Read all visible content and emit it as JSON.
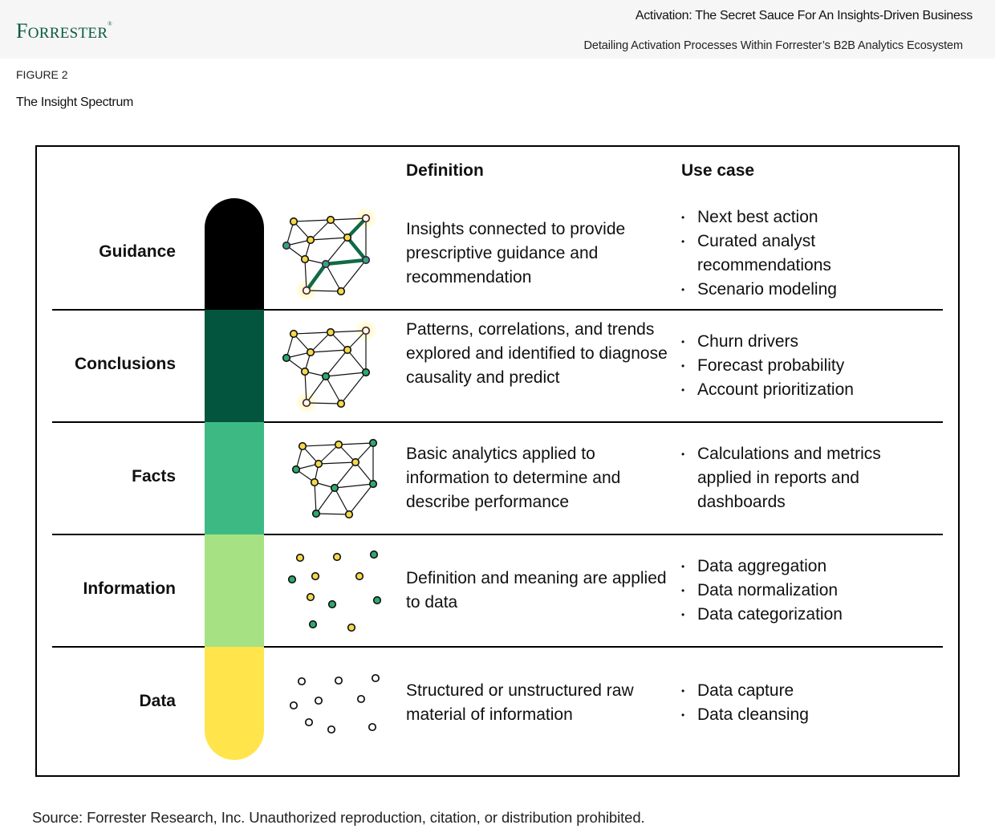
{
  "header": {
    "logo_text": "FORRESTER",
    "logo_mark": "®",
    "report_title": "Activation: The Secret Sauce For An Insights-Driven Business",
    "report_subtitle": "Detailing Activation Processes Within Forrester’s B2B Analytics Ecosystem"
  },
  "figure": {
    "number": "FIGURE 2",
    "title": "The Insight Spectrum"
  },
  "table": {
    "columns": {
      "definition": "Definition",
      "use_case": "Use case"
    },
    "tiers": [
      {
        "label": "Guidance",
        "bar_color": "#000000",
        "graphic": "connected-network-highlighted-path-icon",
        "definition": "Insights connected to provide prescriptive guidance and recommendation",
        "use_cases": [
          "Next best action",
          "Curated analyst recommendations",
          "Scenario modeling"
        ]
      },
      {
        "label": "Conclusions",
        "bar_color": "#04553d",
        "graphic": "connected-network-highlighted-endpoints-icon",
        "definition": "Patterns, correlations, and trends explored and identified to diagnose causality and predict",
        "use_cases": [
          "Churn drivers",
          "Forecast probability",
          "Account prioritization"
        ]
      },
      {
        "label": "Facts",
        "bar_color": "#3dba84",
        "graphic": "connected-network-icon",
        "definition": "Basic analytics applied to information to determine and describe performance",
        "use_cases": [
          "Calculations and metrics applied in reports and dashboards"
        ]
      },
      {
        "label": "Information",
        "bar_color": "#a6e283",
        "graphic": "colored-scattered-dots-icon",
        "definition": "Definition and meaning are applied to data",
        "use_cases": [
          "Data aggregation",
          "Data normalization",
          "Data categorization"
        ]
      },
      {
        "label": "Data",
        "bar_color": "#ffe54b",
        "graphic": "empty-scattered-dots-icon",
        "definition": "Structured or unstructured raw material of information",
        "use_cases": [
          "Data capture",
          "Data cleansing"
        ]
      }
    ]
  },
  "colors": {
    "brand_green": "#0b5c3d",
    "node_yellow": "#f7d84a",
    "node_green": "#2fa86e",
    "path_green": "#0e6b45",
    "glow": "#fff59a"
  },
  "footer": {
    "source": "Source: Forrester Research, Inc. Unauthorized reproduction, citation, or distribution prohibited."
  }
}
